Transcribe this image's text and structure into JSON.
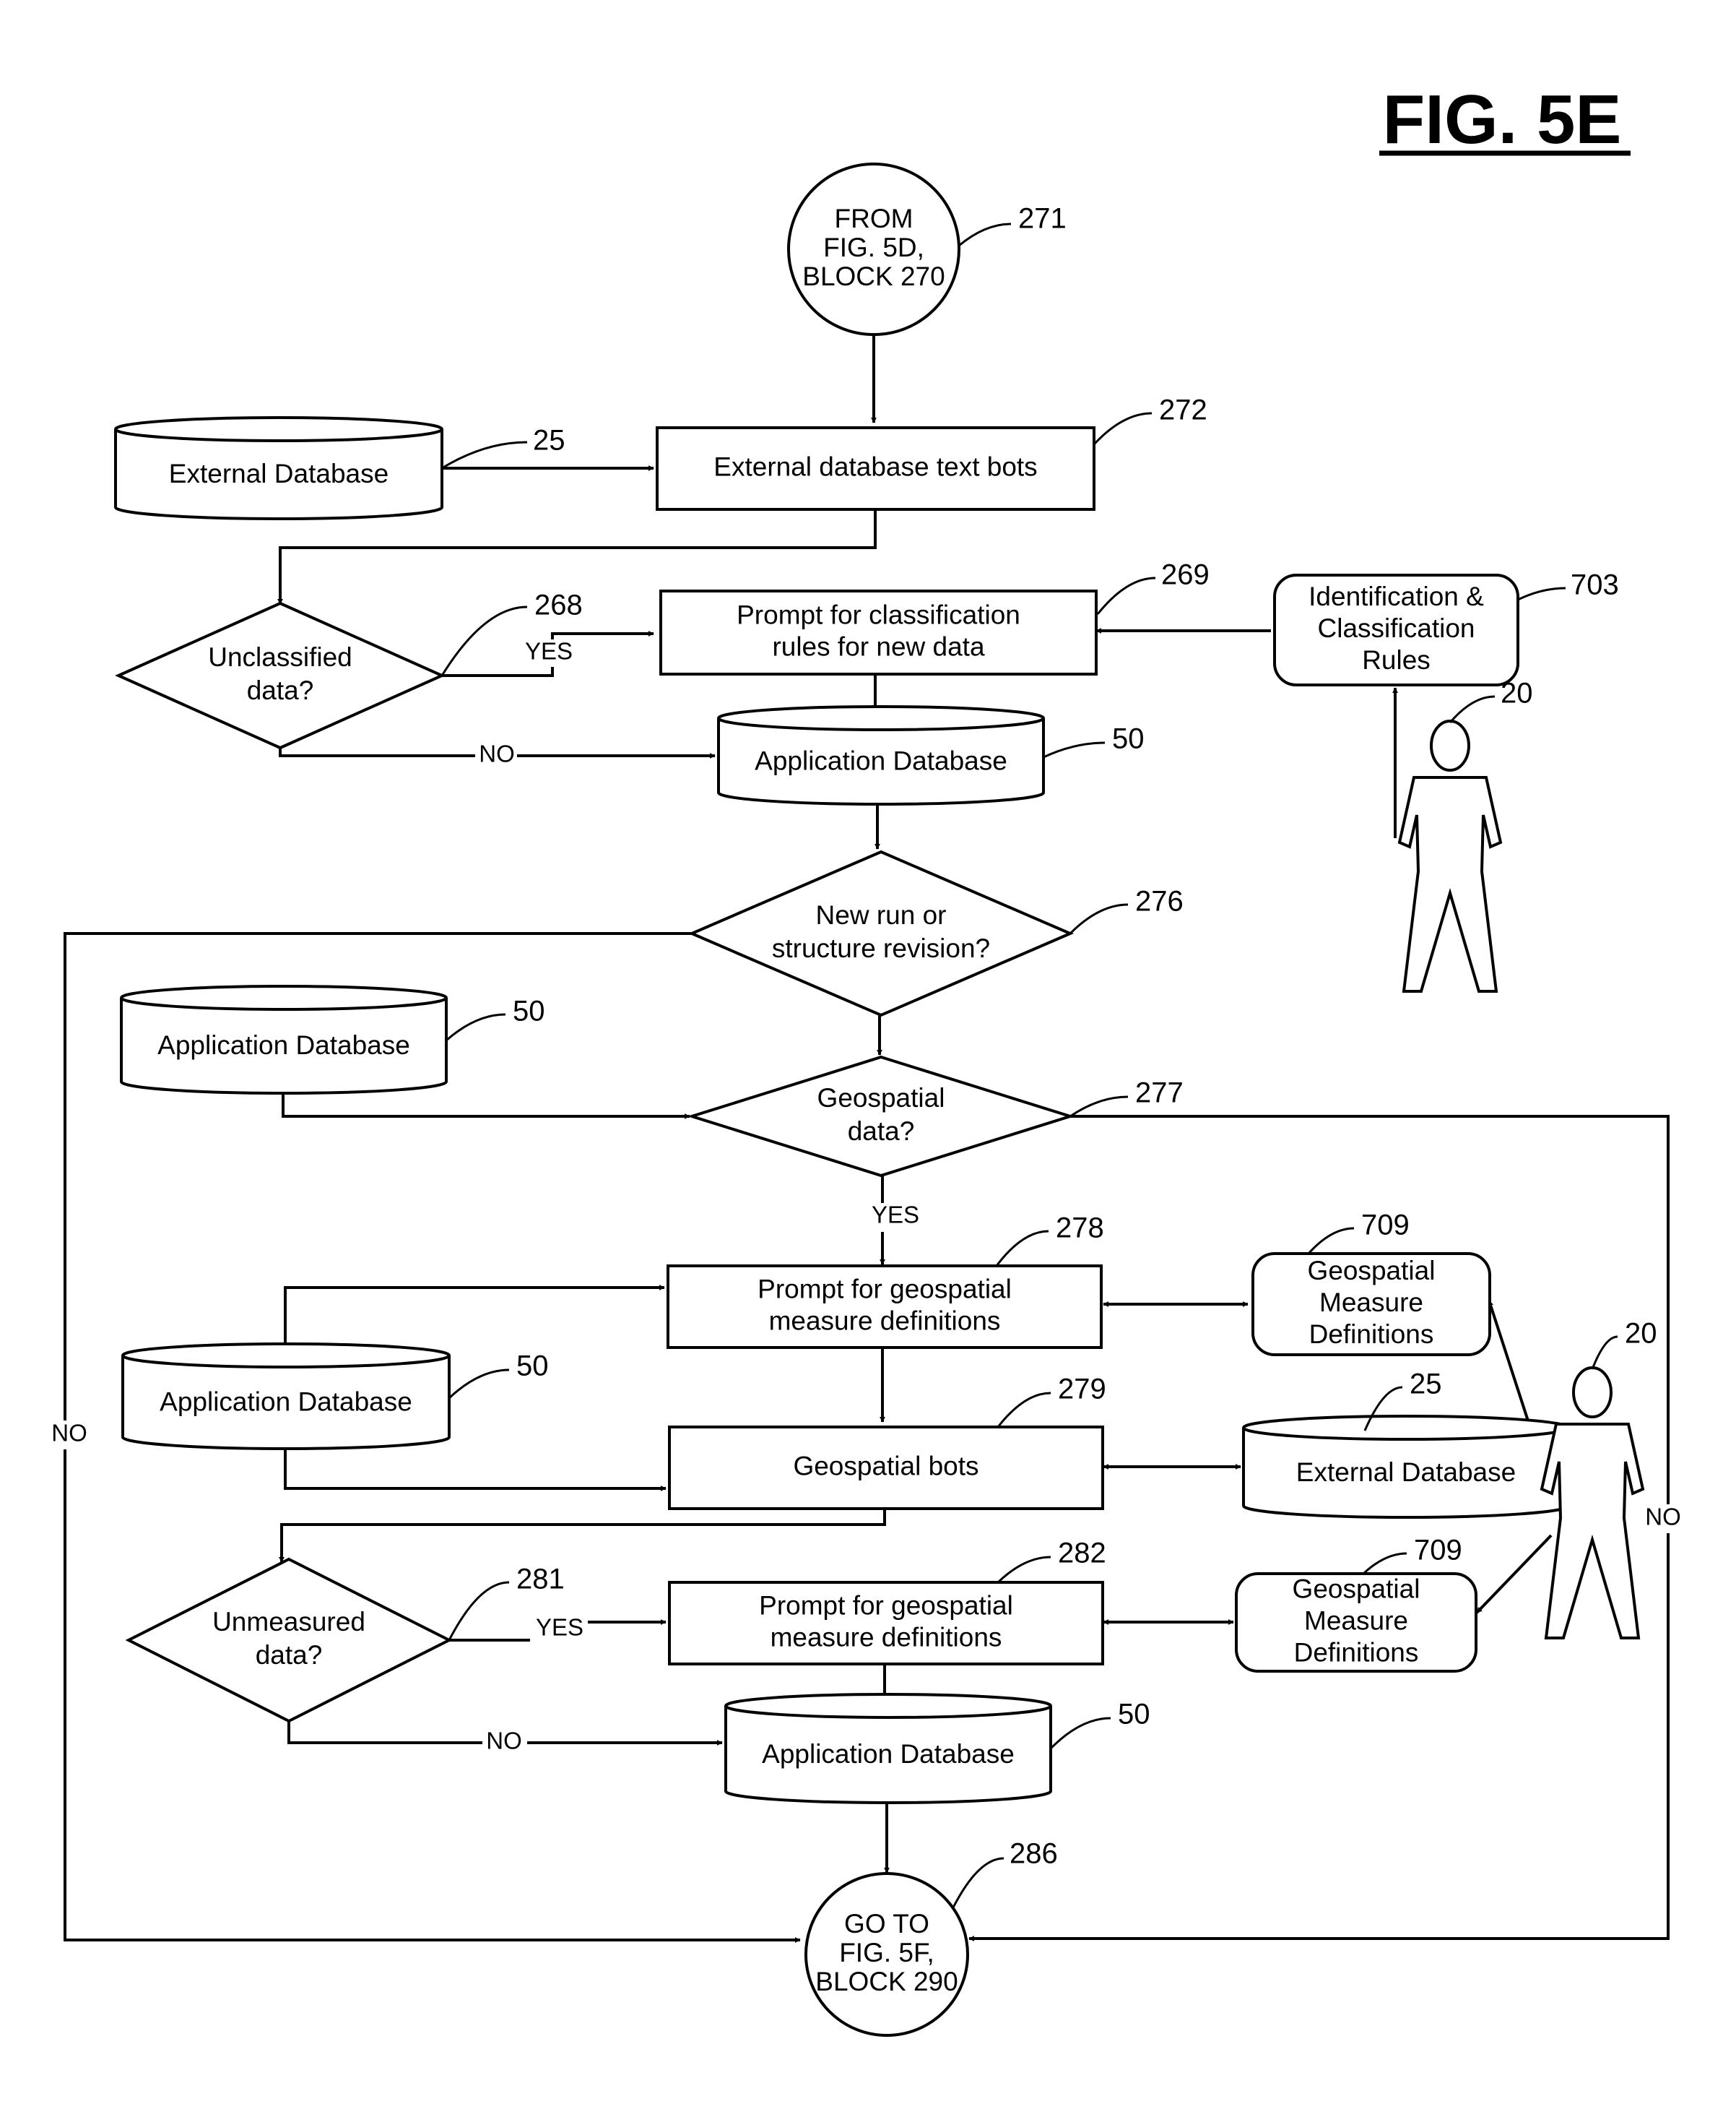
{
  "figure": {
    "title": "FIG. 5E"
  },
  "connector_start": {
    "lines": [
      "FROM",
      "FIG. 5D,",
      "BLOCK 270"
    ],
    "ref": "271"
  },
  "connector_end": {
    "lines": [
      "GO TO",
      "FIG. 5F,",
      "BLOCK 290"
    ],
    "ref": "286"
  },
  "blocks": {
    "ext_db_1": {
      "label": [
        "External Database"
      ],
      "ref": "25"
    },
    "text_bots": {
      "label": [
        "External database text bots"
      ],
      "ref": "272"
    },
    "unclassified": {
      "label": [
        "Unclassified",
        "data?"
      ],
      "ref": "268"
    },
    "prompt_class": {
      "label": [
        "Prompt for classification",
        "rules for new data"
      ],
      "ref": "269"
    },
    "id_rules": {
      "label": [
        "Identification &",
        "Classification",
        "Rules"
      ],
      "ref": "703"
    },
    "app_db_1": {
      "label": [
        "Application Database"
      ],
      "ref": "50"
    },
    "user_1": {
      "ref": "20"
    },
    "new_run": {
      "label": [
        "New run or",
        "structure revision?"
      ],
      "ref": "276"
    },
    "app_db_2": {
      "label": [
        "Application Database"
      ],
      "ref": "50"
    },
    "geospatial": {
      "label": [
        "Geospatial",
        "data?"
      ],
      "ref": "277"
    },
    "prompt_geo_1": {
      "label": [
        "Prompt for geospatial",
        "measure definitions"
      ],
      "ref": "278"
    },
    "geo_defs_1": {
      "label": [
        "Geospatial",
        "Measure",
        "Definitions"
      ],
      "ref": "709"
    },
    "app_db_3": {
      "label": [
        "Application Database"
      ],
      "ref": "50"
    },
    "geo_bots": {
      "label": [
        "Geospatial bots"
      ],
      "ref": "279"
    },
    "ext_db_2": {
      "label": [
        "External Database"
      ],
      "ref": "25"
    },
    "user_2": {
      "ref": "20"
    },
    "unmeasured": {
      "label": [
        "Unmeasured",
        "data?"
      ],
      "ref": "281"
    },
    "prompt_geo_2": {
      "label": [
        "Prompt for geospatial",
        "measure definitions"
      ],
      "ref": "282"
    },
    "geo_defs_2": {
      "label": [
        "Geospatial",
        "Measure",
        "Definitions"
      ],
      "ref": "709"
    },
    "app_db_4": {
      "label": [
        "Application Database"
      ],
      "ref": "50"
    }
  },
  "edge_labels": {
    "yes": "YES",
    "no": "NO"
  }
}
